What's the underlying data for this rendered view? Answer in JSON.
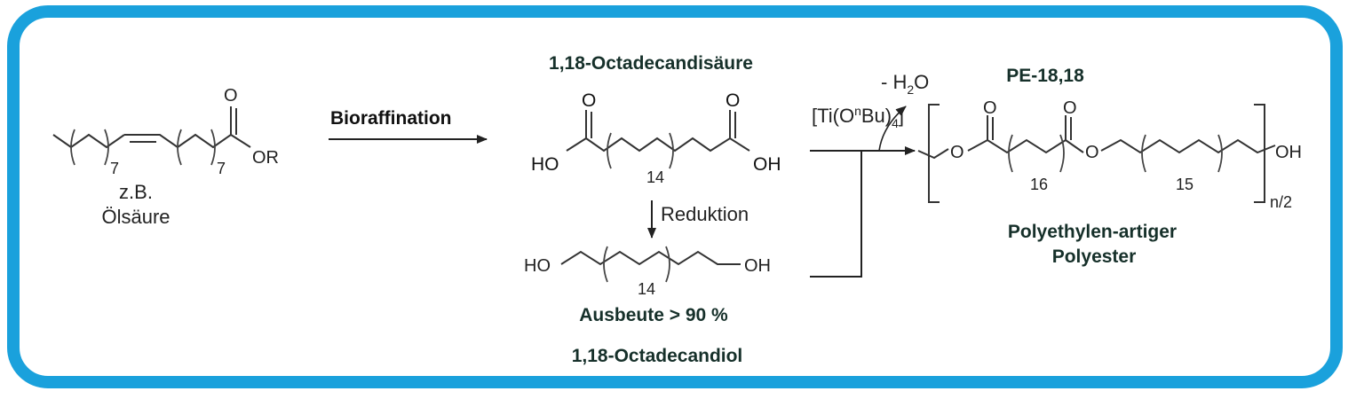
{
  "start": {
    "ester_O": "O",
    "ester_OR": "OR",
    "sub_left": "7",
    "sub_right": "7",
    "example_line1": "z.B.",
    "example_line2": "Ölsäure"
  },
  "step1": {
    "label": "Bioraffination"
  },
  "diacid": {
    "title": "1,18-Octadecandisäure",
    "O_left": "O",
    "O_right": "O",
    "HO": "HO",
    "OH": "OH",
    "repeat": "14"
  },
  "step2": {
    "label": "Reduktion"
  },
  "diol": {
    "HO": "HO",
    "OH": "OH",
    "repeat": "14",
    "yield": "Ausbeute > 90 %",
    "title": "1,18-Octadecandiol"
  },
  "step3": {
    "catalyst_pre": "[Ti(O",
    "catalyst_sup": "n",
    "catalyst_mid": "Bu)",
    "catalyst_sub": "4",
    "catalyst_post": "]",
    "water_pre": "- H",
    "water_sub": "2",
    "water_post": "O"
  },
  "polymer": {
    "title": "PE-18,18",
    "O_carb1": "O",
    "O_carb2": "O",
    "O_ester1": "O",
    "O_ester2": "O",
    "repeat1": "16",
    "repeat2": "15",
    "end_OH": "OH",
    "n": "n/2",
    "desc_line1": "Polyethylen-artiger",
    "desc_line2": "Polyester"
  }
}
